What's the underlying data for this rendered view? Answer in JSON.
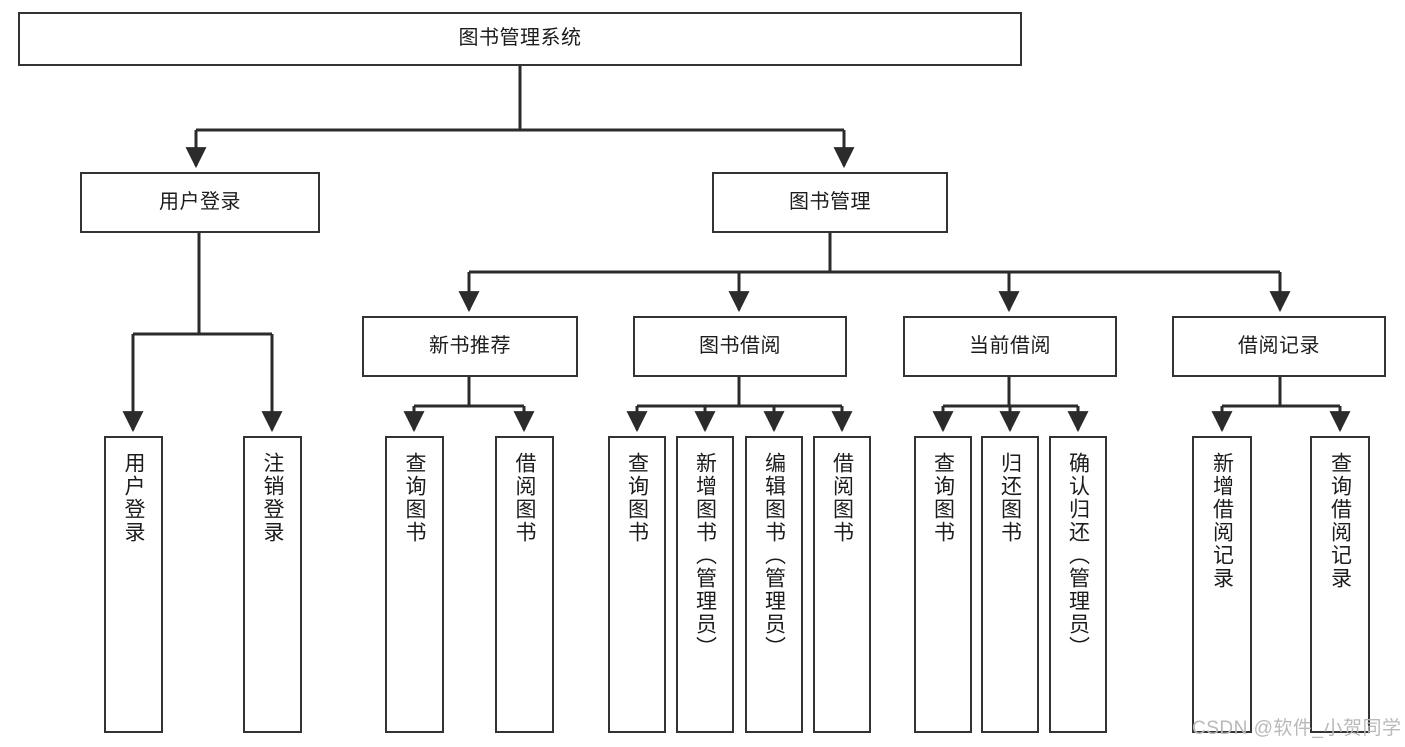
{
  "diagram": {
    "title": "图书管理系统",
    "watermark": "CSDN @软件_小贺同学",
    "style": {
      "box_fill": "#ffffff",
      "box_stroke": "#333333",
      "edge_stroke": "#2b2b2b",
      "text_color": "#1c1c1c",
      "background": "#ffffff",
      "watermark_color": "#b9b9b9"
    },
    "nodes": {
      "root": {
        "label": "图书管理系统",
        "level": 0,
        "orientation": "horizontal"
      },
      "user_login": {
        "label": "用户登录",
        "level": 1,
        "orientation": "horizontal"
      },
      "book_manage": {
        "label": "图书管理",
        "level": 1,
        "orientation": "horizontal"
      },
      "new_book_rec": {
        "label": "新书推荐",
        "level": 2,
        "orientation": "horizontal"
      },
      "book_borrow": {
        "label": "图书借阅",
        "level": 2,
        "orientation": "horizontal"
      },
      "current_borrow": {
        "label": "当前借阅",
        "level": 2,
        "orientation": "horizontal"
      },
      "borrow_record": {
        "label": "借阅记录",
        "level": 2,
        "orientation": "horizontal"
      },
      "leaf_user_login": {
        "label": "用户登录",
        "level": 3,
        "orientation": "vertical"
      },
      "leaf_logout": {
        "label": "注销登录",
        "level": 3,
        "orientation": "vertical"
      },
      "leaf_query_book_1": {
        "label": "查询图书",
        "level": 3,
        "orientation": "vertical"
      },
      "leaf_borrow_book_1": {
        "label": "借阅图书",
        "level": 3,
        "orientation": "vertical"
      },
      "leaf_query_book_2": {
        "label": "查询图书",
        "level": 3,
        "orientation": "vertical"
      },
      "leaf_add_book": {
        "label": "新增图书（管理员）",
        "level": 3,
        "orientation": "vertical"
      },
      "leaf_edit_book": {
        "label": "编辑图书（管理员）",
        "level": 3,
        "orientation": "vertical"
      },
      "leaf_borrow_book_2": {
        "label": "借阅图书",
        "level": 3,
        "orientation": "vertical"
      },
      "leaf_query_book_3": {
        "label": "查询图书",
        "level": 3,
        "orientation": "vertical"
      },
      "leaf_return_book": {
        "label": "归还图书",
        "level": 3,
        "orientation": "vertical"
      },
      "leaf_confirm_return": {
        "label": "确认归还（管理员）",
        "level": 3,
        "orientation": "vertical"
      },
      "leaf_add_record": {
        "label": "新增借阅记录",
        "level": 3,
        "orientation": "vertical"
      },
      "leaf_query_record": {
        "label": "查询借阅记录",
        "level": 3,
        "orientation": "vertical"
      }
    },
    "edges": [
      {
        "from": "root",
        "to": "user_login"
      },
      {
        "from": "root",
        "to": "book_manage"
      },
      {
        "from": "user_login",
        "to": "leaf_user_login"
      },
      {
        "from": "user_login",
        "to": "leaf_logout"
      },
      {
        "from": "book_manage",
        "to": "new_book_rec"
      },
      {
        "from": "book_manage",
        "to": "book_borrow"
      },
      {
        "from": "book_manage",
        "to": "current_borrow"
      },
      {
        "from": "book_manage",
        "to": "borrow_record"
      },
      {
        "from": "new_book_rec",
        "to": "leaf_query_book_1"
      },
      {
        "from": "new_book_rec",
        "to": "leaf_borrow_book_1"
      },
      {
        "from": "book_borrow",
        "to": "leaf_query_book_2"
      },
      {
        "from": "book_borrow",
        "to": "leaf_add_book"
      },
      {
        "from": "book_borrow",
        "to": "leaf_edit_book"
      },
      {
        "from": "book_borrow",
        "to": "leaf_borrow_book_2"
      },
      {
        "from": "current_borrow",
        "to": "leaf_query_book_3"
      },
      {
        "from": "current_borrow",
        "to": "leaf_return_book"
      },
      {
        "from": "current_borrow",
        "to": "leaf_confirm_return"
      },
      {
        "from": "borrow_record",
        "to": "leaf_add_record"
      },
      {
        "from": "borrow_record",
        "to": "leaf_query_record"
      }
    ]
  }
}
